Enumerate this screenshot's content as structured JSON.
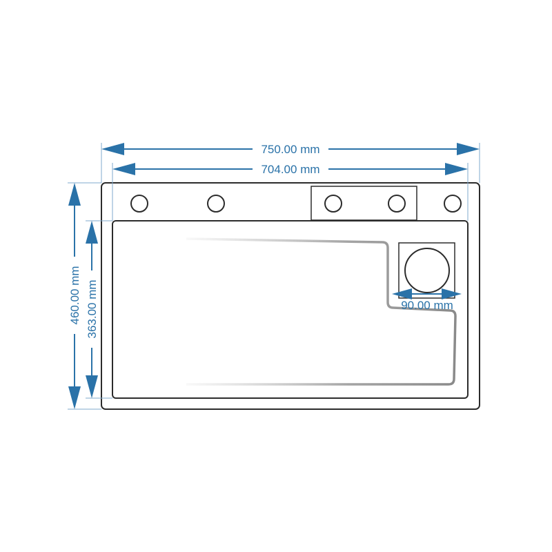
{
  "dimensions": {
    "overall_width": "750.00 mm",
    "bowl_width": "704.00 mm",
    "overall_depth": "460.00 mm",
    "bowl_depth": "363.00 mm",
    "drain_width": "90.00 mm"
  },
  "colors": {
    "dimension": "#2a72a8",
    "outline": "#2b2b2b",
    "shading": "#8a8a8a"
  }
}
